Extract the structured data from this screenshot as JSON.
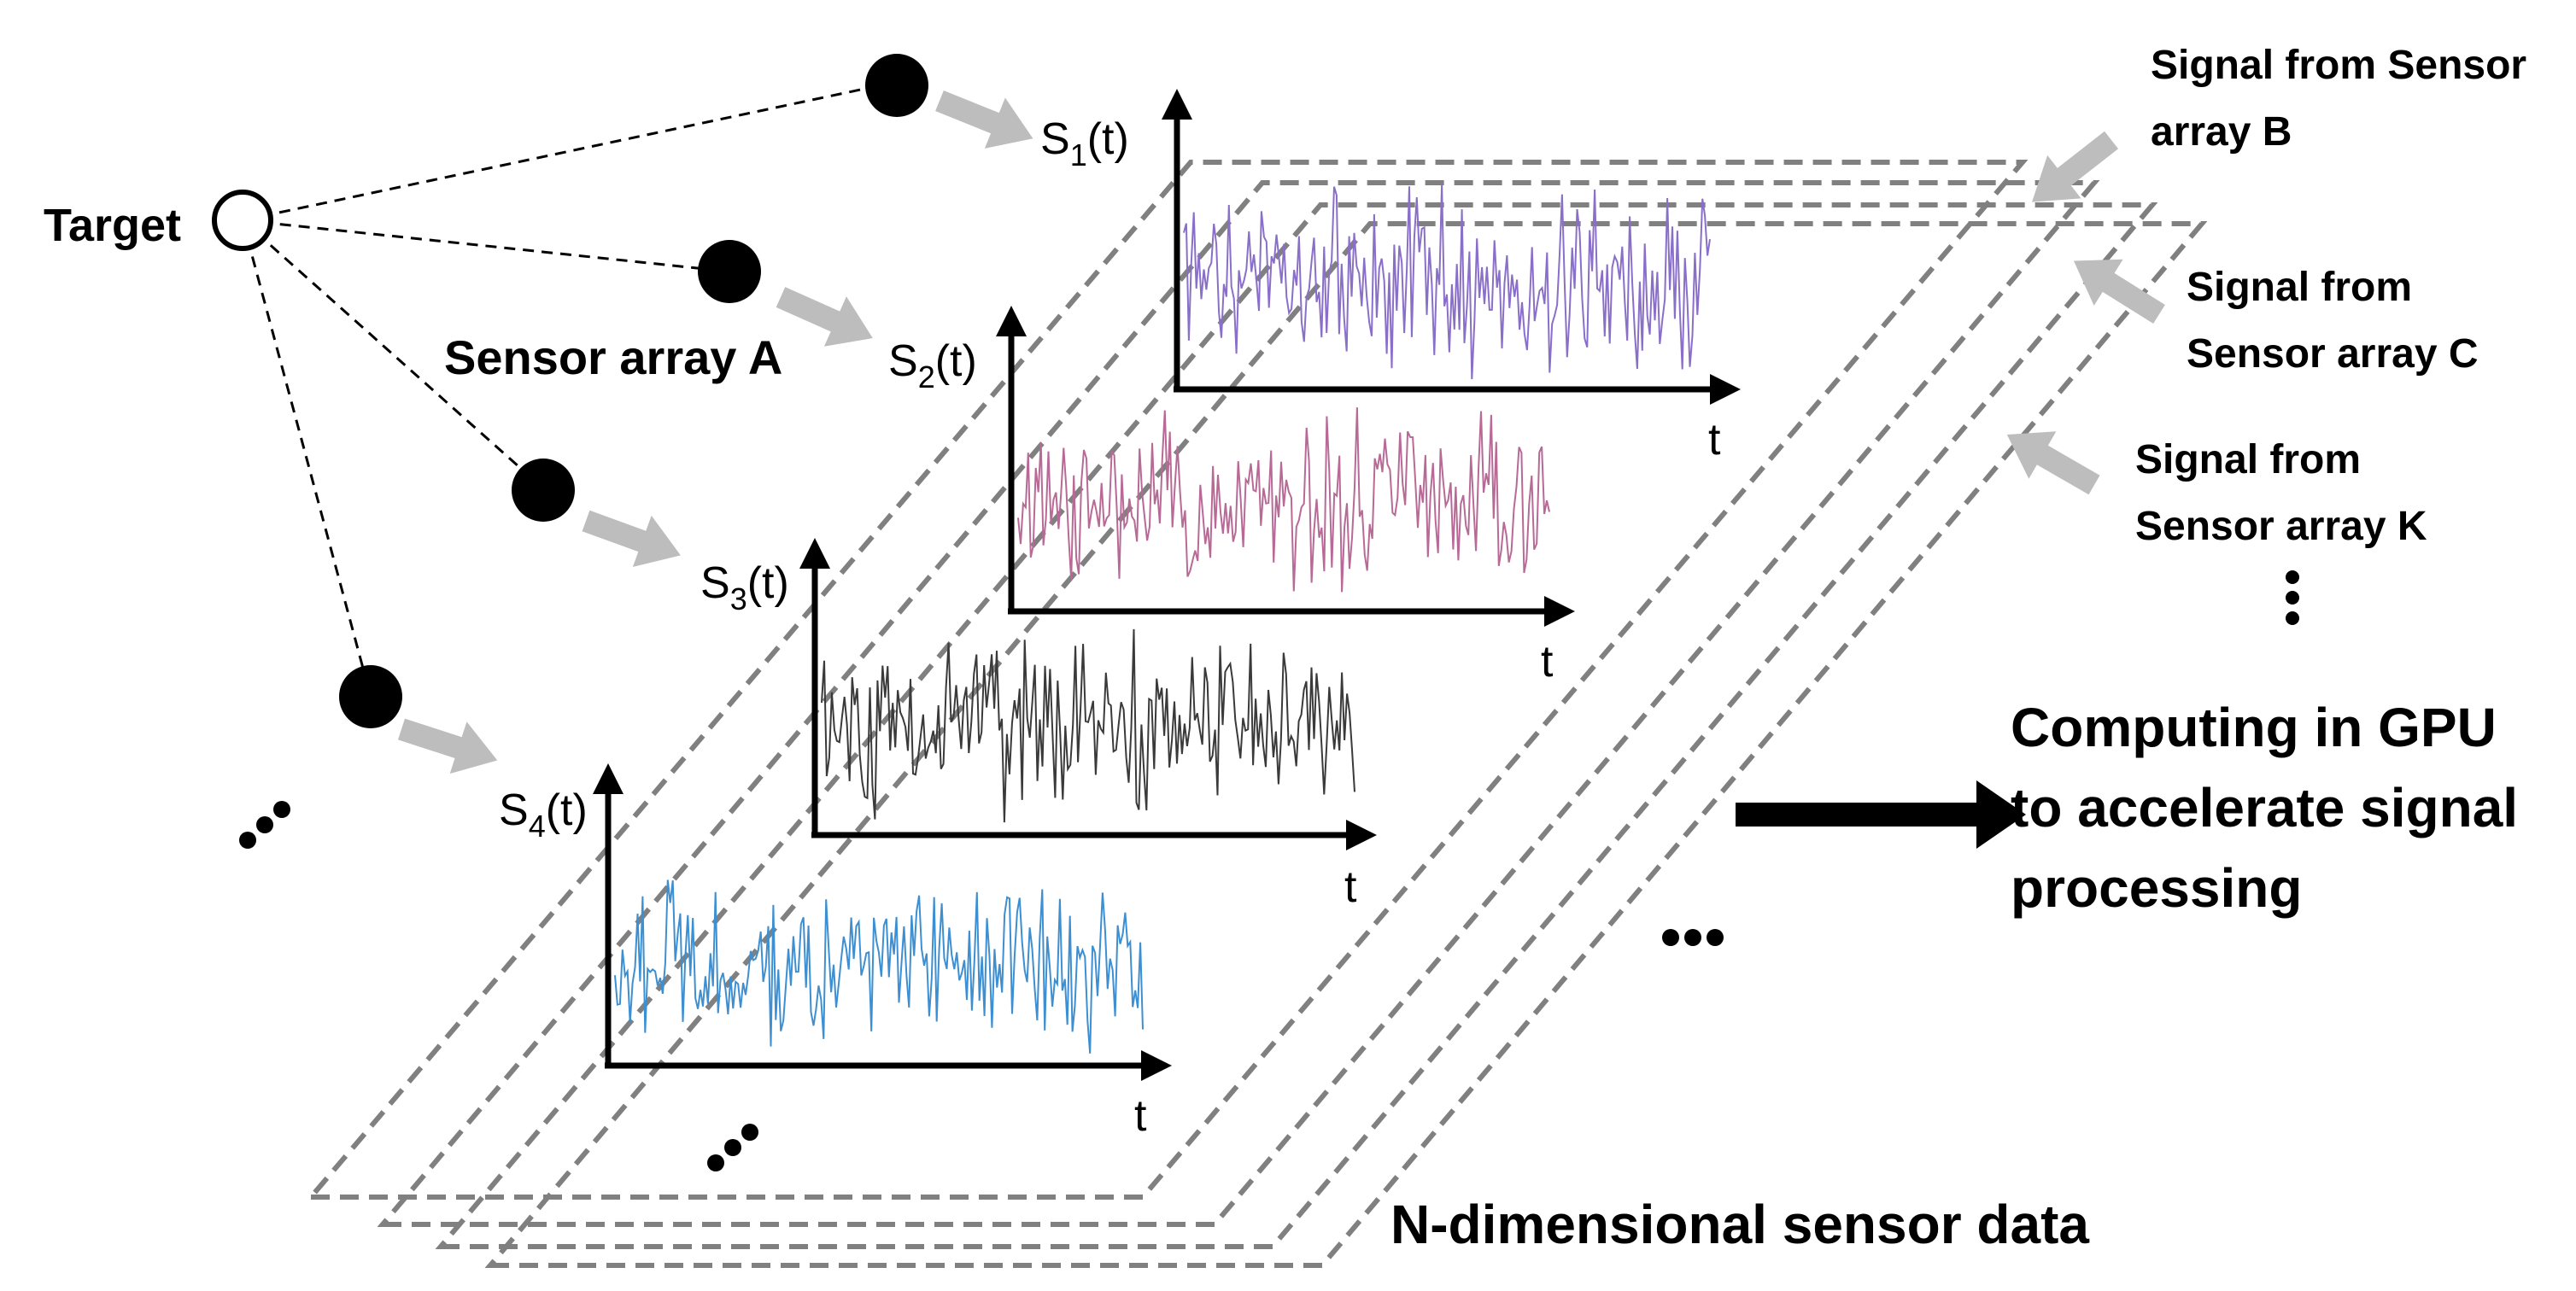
{
  "labels": {
    "target": "Target",
    "sensor_array_a": "Sensor array A",
    "signal_b": [
      "Signal from Sensor",
      "array B"
    ],
    "signal_c": [
      "Signal from",
      "Sensor array C"
    ],
    "signal_k": [
      "Signal from",
      "Sensor array K"
    ],
    "gpu": [
      "Computing in GPU",
      "to accelerate signal",
      "processing"
    ],
    "nd_data": "N-dimensional sensor data"
  },
  "signals": [
    {
      "name": "S",
      "sub": "1",
      "suffix": "(t)",
      "axis_label": "t",
      "color": "#8a6fc9"
    },
    {
      "name": "S",
      "sub": "2",
      "suffix": "(t)",
      "axis_label": "t",
      "color": "#b86a96"
    },
    {
      "name": "S",
      "sub": "3",
      "suffix": "(t)",
      "axis_label": "t",
      "color": "#3a3a3a"
    },
    {
      "name": "S",
      "sub": "4",
      "suffix": "(t)",
      "axis_label": "t",
      "color": "#3d8fd1"
    }
  ],
  "colors": {
    "plane_border": "#808080",
    "gray_arrow": "#bdbdbd",
    "ink": "#000000"
  }
}
